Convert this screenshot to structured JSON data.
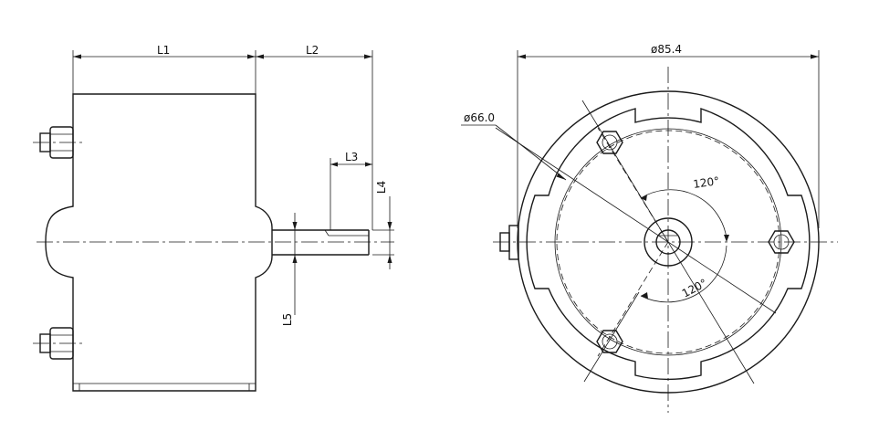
{
  "side_view": {
    "dimensions": {
      "l1": "L1",
      "l2": "L2",
      "l3": "L3",
      "l4": "L4",
      "l5": "L5"
    }
  },
  "front_view": {
    "dimensions": {
      "outer_diameter": "ø85.4",
      "bolt_circle_diameter": "ø66.0",
      "angle_top": "120°",
      "angle_bottom": "120°"
    }
  }
}
